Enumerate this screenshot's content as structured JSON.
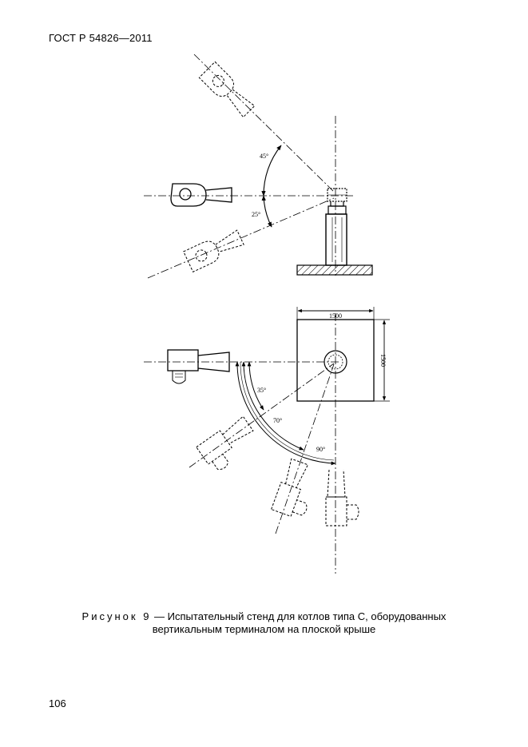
{
  "header": {
    "standard": "ГОСТ Р 54826—2011"
  },
  "figure": {
    "angles": {
      "a45": "45°",
      "a25": "25°",
      "a35": "35°",
      "a70": "70°",
      "a90": "90°"
    },
    "dimensions": {
      "width": "1500",
      "height": "1500"
    }
  },
  "caption": {
    "label": "Рисунок 9",
    "dash": " — ",
    "line1": "Испытательный стенд для котлов типа С, оборудованных",
    "line2": "вертикальным терминалом на плоской крыше"
  },
  "footer": {
    "page_number": "106"
  }
}
